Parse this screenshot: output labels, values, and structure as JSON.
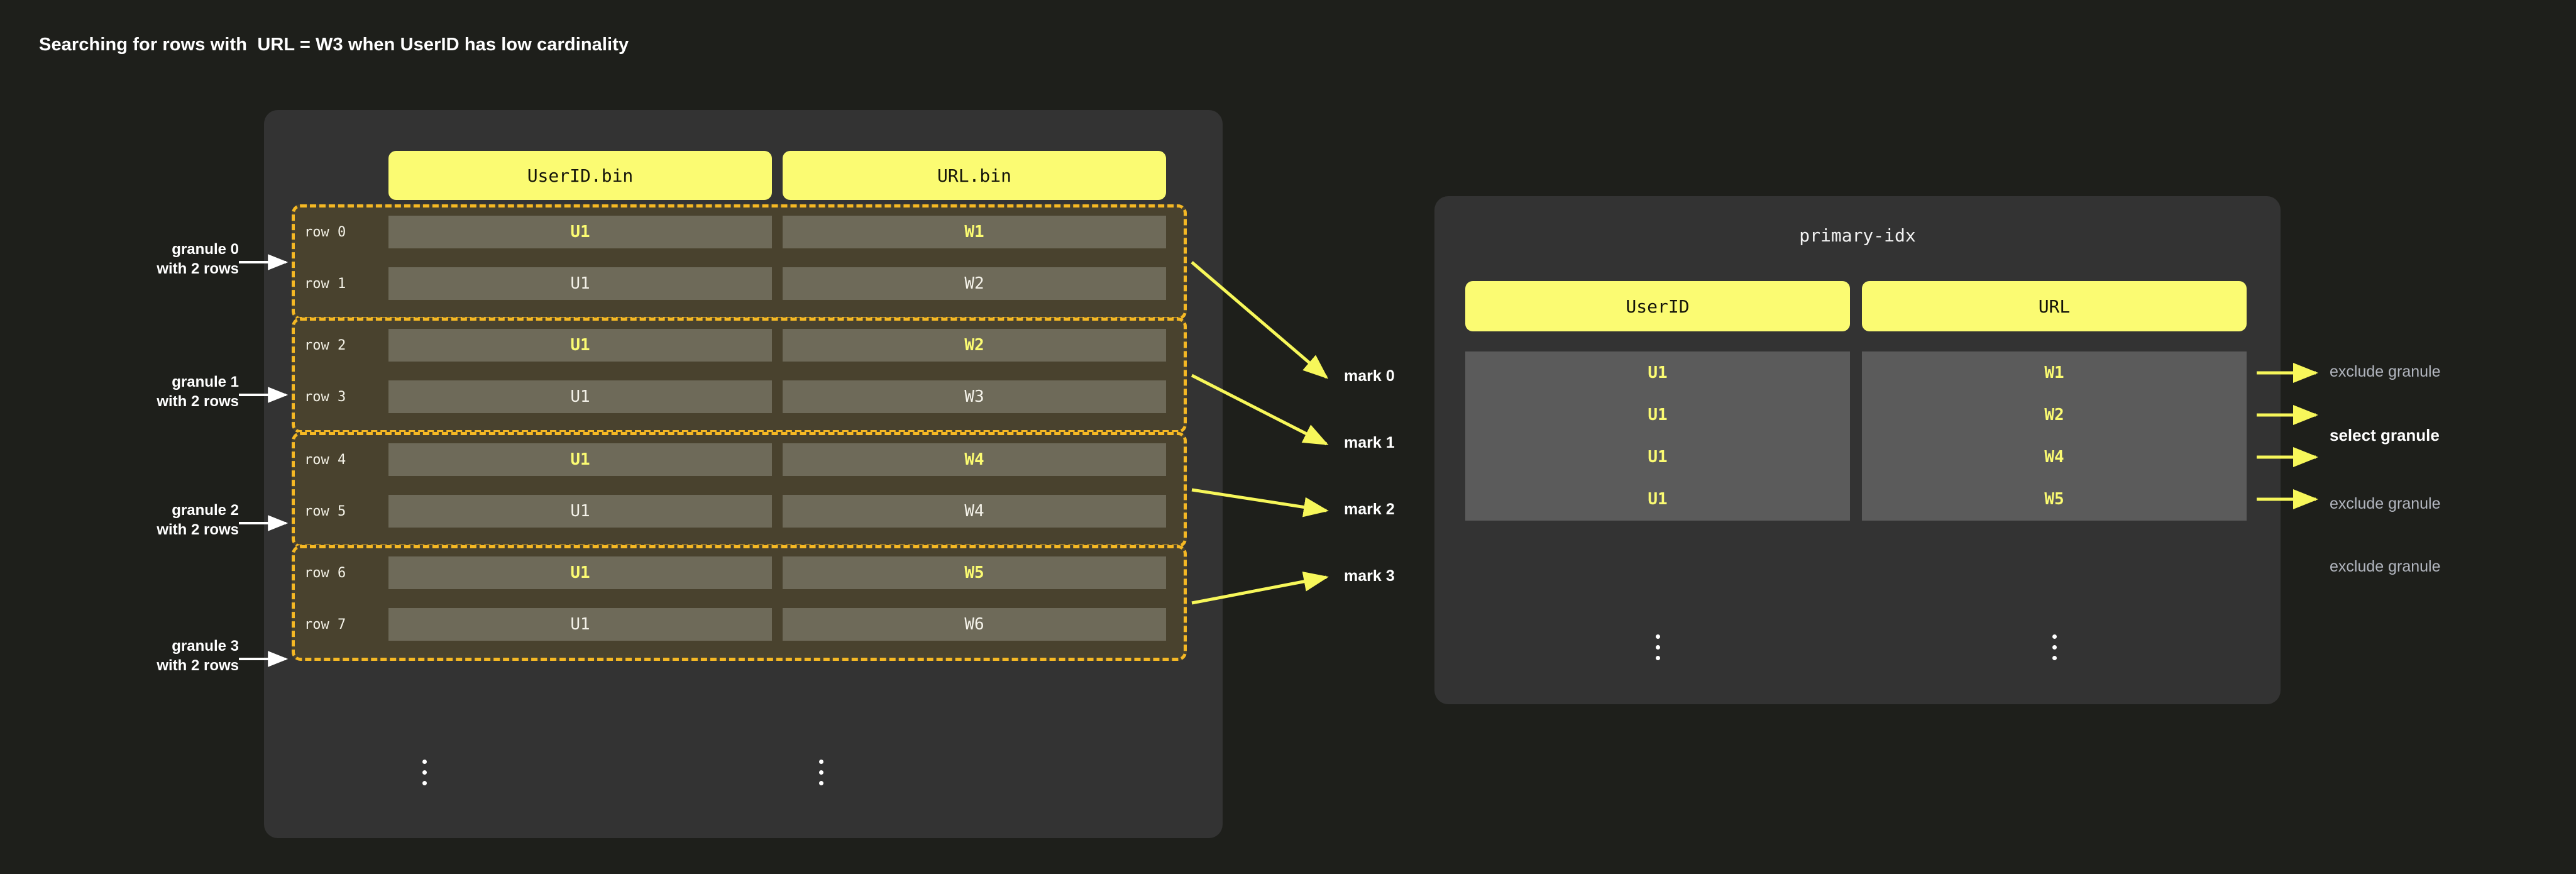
{
  "page": {
    "title": "Searching for rows with  URL = W3 when UserID has low cardinality",
    "background_color": "#1e1f1b",
    "panel_color": "#333333",
    "accent_yellow": "#fbfb72",
    "dash_orange": "#f5b824",
    "granule_fill": "#49422e",
    "cell_fill": "#6e6a59",
    "index_cell_fill": "#5b5b5b",
    "muted_gray": "#b2b6bf"
  },
  "data_part": {
    "columns": [
      {
        "label": "UserID.bin"
      },
      {
        "label": "URL.bin"
      }
    ],
    "rows": [
      {
        "row_label": "row 0",
        "userid": "U1",
        "url": "W1",
        "highlight": true
      },
      {
        "row_label": "row 1",
        "userid": "U1",
        "url": "W2",
        "highlight": false
      },
      {
        "row_label": "row 2",
        "userid": "U1",
        "url": "W2",
        "highlight": true
      },
      {
        "row_label": "row 3",
        "userid": "U1",
        "url": "W3",
        "highlight": false
      },
      {
        "row_label": "row 4",
        "userid": "U1",
        "url": "W4",
        "highlight": true
      },
      {
        "row_label": "row 5",
        "userid": "U1",
        "url": "W4",
        "highlight": false
      },
      {
        "row_label": "row 6",
        "userid": "U1",
        "url": "W5",
        "highlight": true
      },
      {
        "row_label": "row 7",
        "userid": "U1",
        "url": "W6",
        "highlight": false
      }
    ],
    "ellipsis": "vertical-ellipsis"
  },
  "granule_notes": [
    {
      "line1": "granule 0",
      "line2": "with 2 rows"
    },
    {
      "line1": "granule 1",
      "line2": "with 2 rows"
    },
    {
      "line1": "granule 2",
      "line2": "with 2 rows"
    },
    {
      "line1": "granule 3",
      "line2": "with 2 rows"
    }
  ],
  "marks": [
    {
      "label": "mark 0"
    },
    {
      "label": "mark 1"
    },
    {
      "label": "mark 2"
    },
    {
      "label": "mark 3"
    }
  ],
  "index_part": {
    "caption": "primary-idx",
    "columns": [
      {
        "label": "UserID"
      },
      {
        "label": "URL"
      }
    ],
    "rows": [
      {
        "userid": "U1",
        "url": "W1",
        "verdict": "exclude granule",
        "verdict_kind": "exclude"
      },
      {
        "userid": "U1",
        "url": "W2",
        "verdict": "select granule",
        "verdict_kind": "select"
      },
      {
        "userid": "U1",
        "url": "W4",
        "verdict": "exclude granule",
        "verdict_kind": "exclude"
      },
      {
        "userid": "U1",
        "url": "W5",
        "verdict": "exclude granule",
        "verdict_kind": "exclude"
      }
    ],
    "ellipsis": "vertical-ellipsis"
  }
}
